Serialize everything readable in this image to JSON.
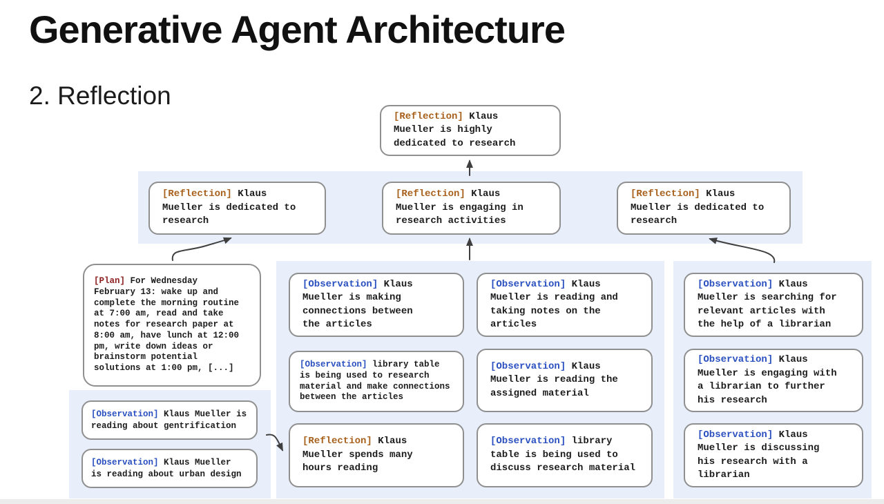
{
  "slide": {
    "title": "Generative Agent Architecture",
    "subtitle": "2. Reflection"
  },
  "colors": {
    "reflection_tag": "#a8611c",
    "observation_tag": "#2a50c0",
    "plan_tag": "#8e2020",
    "panel_background": "#e8eefa",
    "box_border": "#8f8f8f",
    "arrow": "#3f3f3f"
  },
  "nodes": {
    "top": {
      "tag": "[Reflection]",
      "text": "Klaus\nMueller is highly\ndedicated to research"
    },
    "ref1": {
      "tag": "[Reflection]",
      "text": "Klaus\nMueller is dedicated to\nresearch"
    },
    "ref2": {
      "tag": "[Reflection]",
      "text": "Klaus\nMueller is engaging in\nresearch activities"
    },
    "ref3": {
      "tag": "[Reflection]",
      "text": "Klaus\nMueller is dedicated to\nresearch"
    },
    "plan": {
      "tag": "[Plan]",
      "text": "For Wednesday\nFebruary 13: wake up and\ncomplete the morning routine\nat 7:00 am, read and take\nnotes for research paper at\n8:00 am, have lunch at 12:00\npm, write down ideas or\nbrainstorm potential\nsolutions at 1:00 pm, [...]"
    },
    "obs_gentrification": {
      "tag": "[Observation]",
      "text": "Klaus Mueller is\nreading about gentrification"
    },
    "obs_urban_design": {
      "tag": "[Observation]",
      "text": "Klaus Mueller\nis reading about urban design"
    },
    "obs_connections": {
      "tag": "[Observation]",
      "text": "Klaus\nMueller is making\nconnections between\nthe articles"
    },
    "obs_reading_notes": {
      "tag": "[Observation]",
      "text": "Klaus\nMueller is reading and\ntaking notes on the\narticles"
    },
    "obs_library_research": {
      "tag": "[Observation]",
      "text": "library table\nis being used to research\nmaterial and make connections\nbetween the articles"
    },
    "obs_assigned_material": {
      "tag": "[Observation]",
      "text": "Klaus\nMueller is reading the\nassigned material"
    },
    "ref_hours_reading": {
      "tag": "[Reflection]",
      "text": "Klaus\nMueller spends many\nhours reading"
    },
    "obs_library_discuss": {
      "tag": "[Observation]",
      "text": "library\ntable is being used to\ndiscuss research material"
    },
    "obs_searching_articles": {
      "tag": "[Observation]",
      "text": "Klaus\nMueller is searching for\nrelevant articles with\nthe help of a librarian"
    },
    "obs_engaging_librarian": {
      "tag": "[Observation]",
      "text": "Klaus\nMueller is engaging with\na librarian to further\nhis research"
    },
    "obs_discussing_research": {
      "tag": "[Observation]",
      "text": "Klaus\nMueller is discussing\nhis research with a\nlibrarian"
    }
  }
}
